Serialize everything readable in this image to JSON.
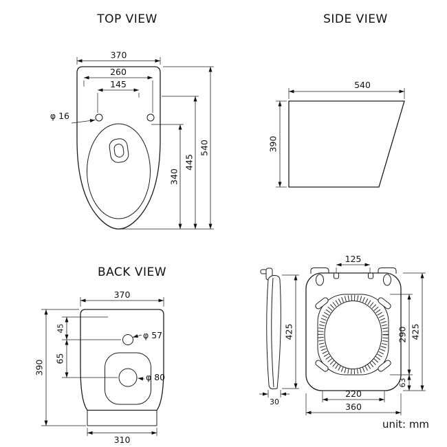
{
  "unit_label": "unit: mm",
  "top_view": {
    "title": "TOP VIEW",
    "width": "370",
    "mount_span": "260",
    "hinge_span": "145",
    "hole_dia": "φ 16",
    "depth": "540",
    "hole_depth": "445",
    "bowl_depth": "340"
  },
  "side_view": {
    "title": "SIDE VIEW",
    "depth": "540",
    "height": "390"
  },
  "back_view": {
    "title": "BACK VIEW",
    "width": "370",
    "inlet_offset": "45",
    "outlet_offset": "65",
    "inlet_dia": "φ 57",
    "outlet_dia": "φ 80",
    "height": "390",
    "base_width": "310"
  },
  "seat_view": {
    "hinge_span": "125",
    "profile_height": "425",
    "profile_width": "30",
    "opening_depth": "290",
    "depth": "425",
    "bumper_offset": "63",
    "opening_width": "220",
    "width": "360"
  }
}
